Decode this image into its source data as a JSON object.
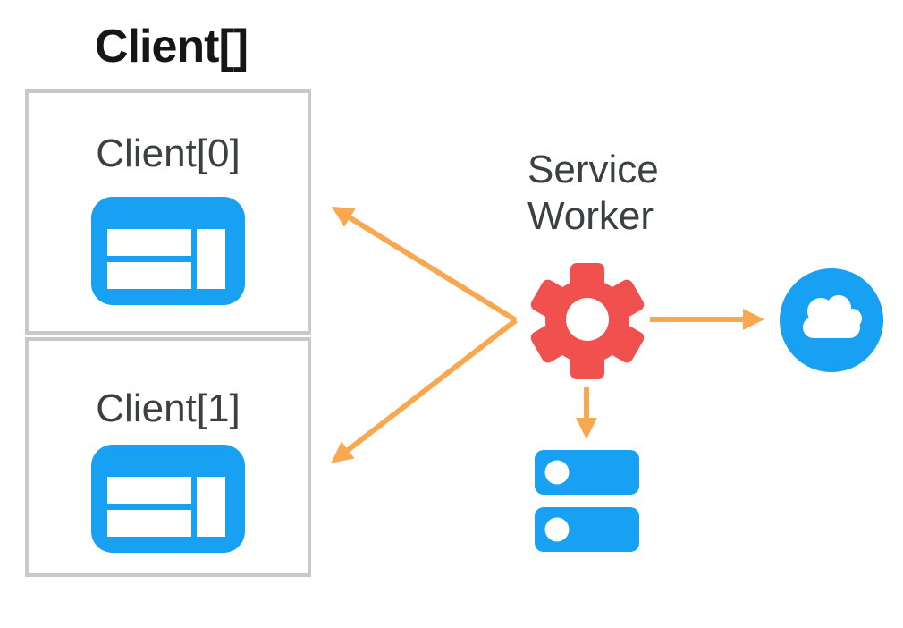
{
  "colors": {
    "bg": "#ffffff",
    "blue": "#18a0f2",
    "red": "#f0504e",
    "orange": "#f9a84f",
    "border": "#c9c9c9",
    "text": "#3c4043",
    "title": "#161616"
  },
  "diagram": {
    "title": "Client[]",
    "clients": [
      {
        "label": "Client[0]",
        "icon": "browser-window-icon"
      },
      {
        "label": "Client[1]",
        "icon": "browser-window-icon"
      }
    ],
    "service_worker": {
      "line1": "Service",
      "line2": "Worker",
      "icon": "gear-icon"
    },
    "network": {
      "icon": "cloud-icon"
    },
    "storage": {
      "icon": "database-icon"
    },
    "arrows": [
      {
        "name": "service-worker-to-client0",
        "direction": "upper-left"
      },
      {
        "name": "service-worker-to-client1",
        "direction": "lower-left"
      },
      {
        "name": "service-worker-to-cloud",
        "direction": "right"
      },
      {
        "name": "service-worker-to-database",
        "direction": "down"
      }
    ]
  }
}
